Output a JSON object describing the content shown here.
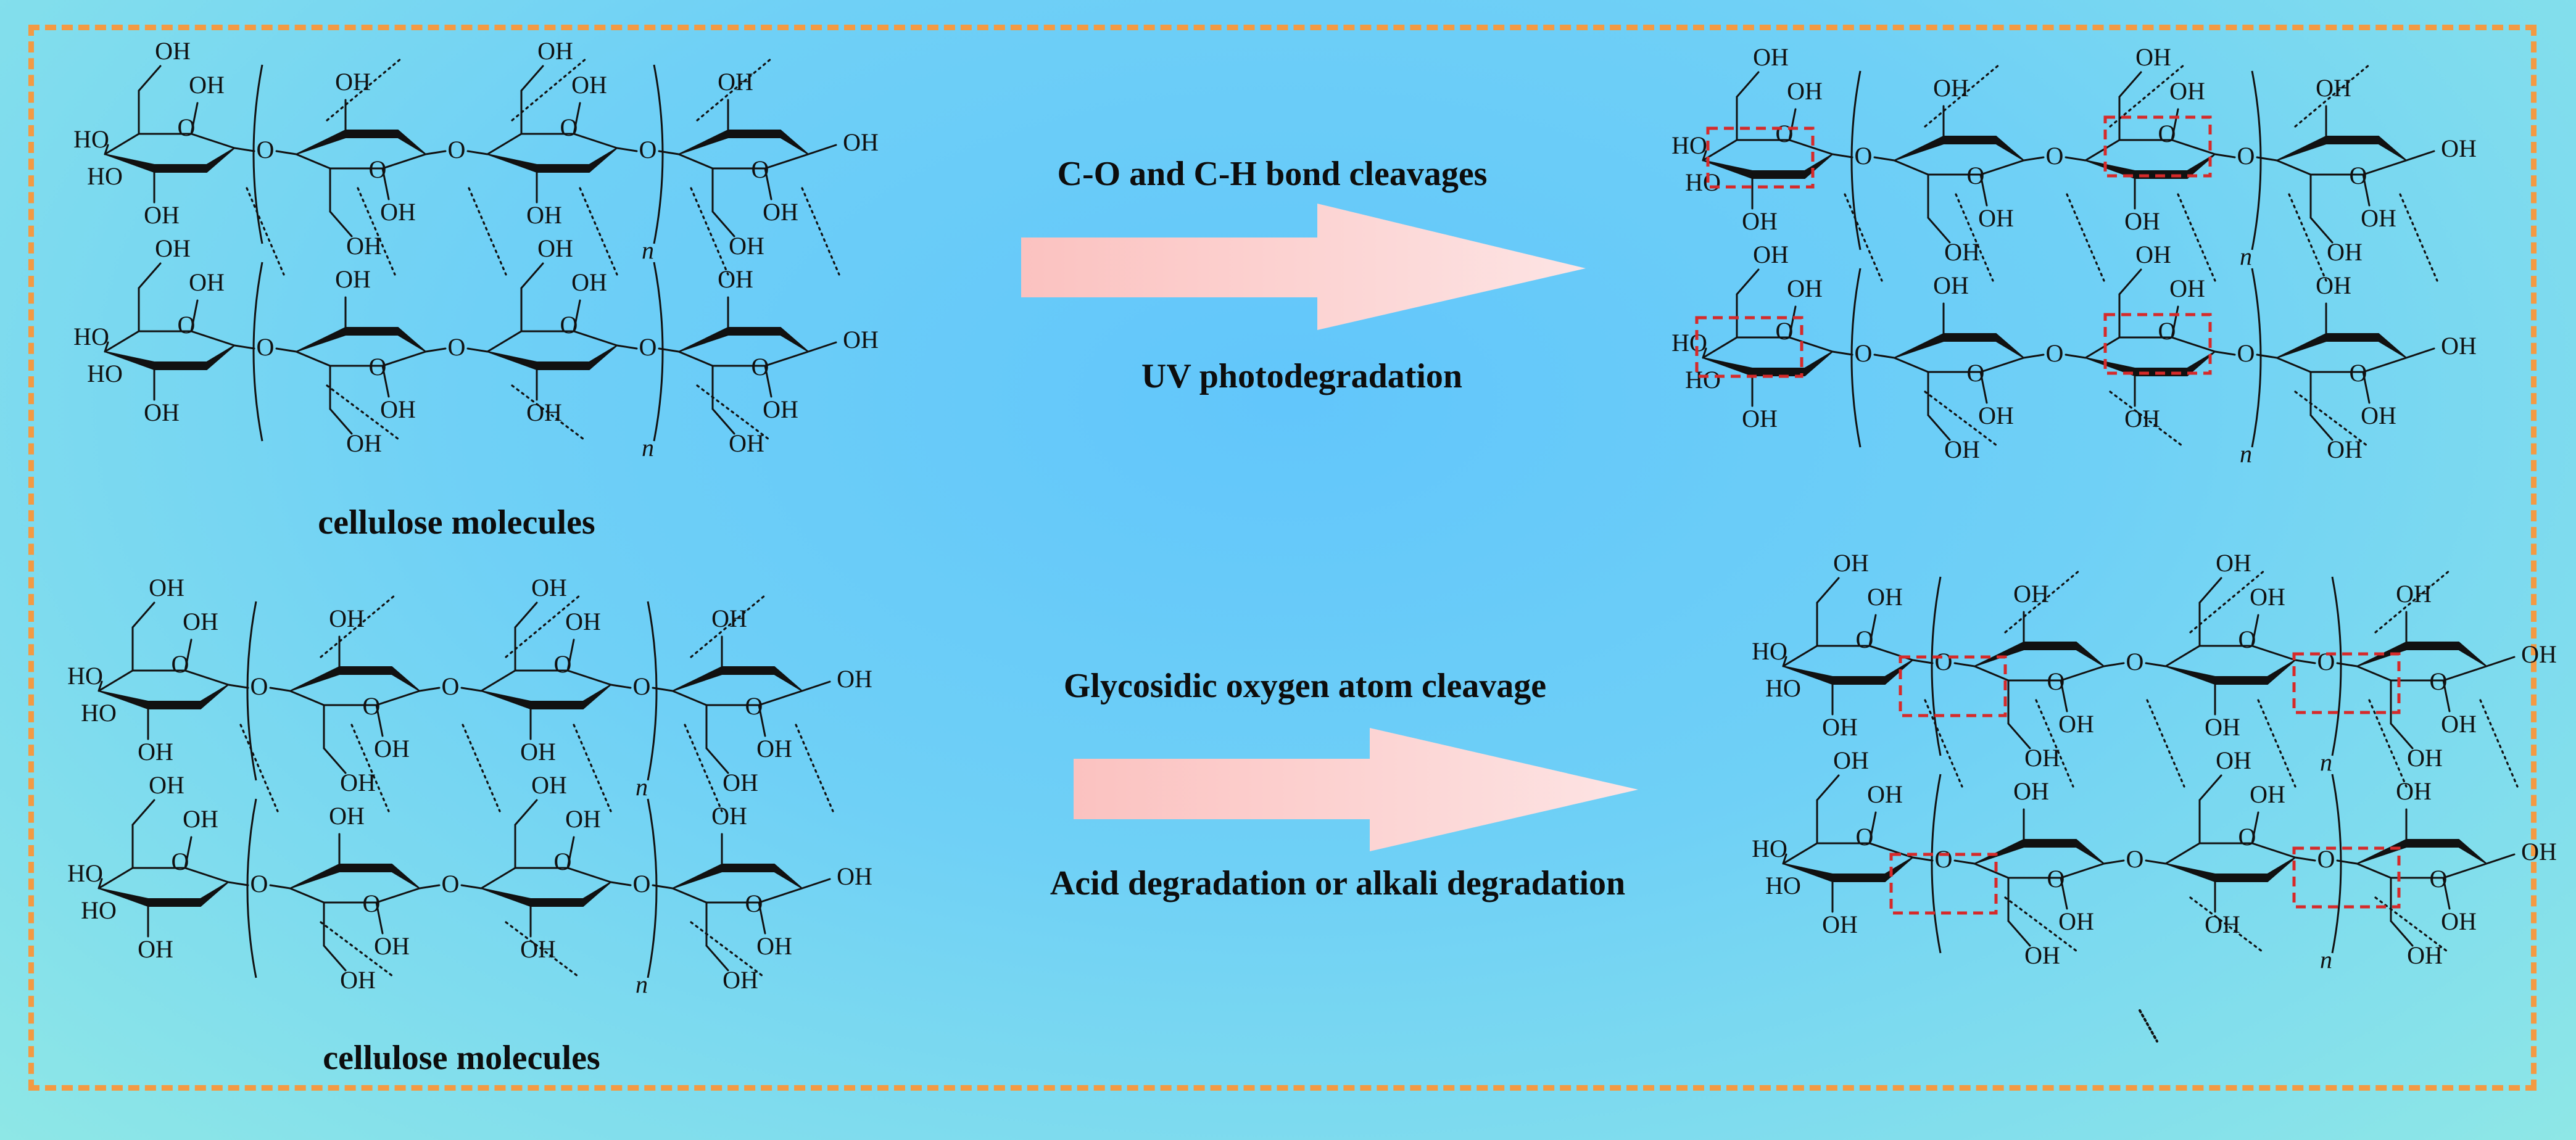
{
  "captions": {
    "top_left_label": "cellulose molecules",
    "bottom_left_label": "cellulose molecules",
    "top_arrow_upper": "C-O and C-H bond cleavages",
    "top_arrow_lower": "UV photodegradation",
    "bottom_arrow_upper": "Glycosidic oxygen atom cleavage",
    "bottom_arrow_lower": "Acid degradation or alkali degradation"
  },
  "chem": {
    "hydroxyl": "OH",
    "hydroxyl_left": "HO",
    "oxygen": "O",
    "repeat": "n"
  },
  "colors": {
    "border": "#f39a43",
    "arrow": "#f9b8b5",
    "cleavage_box": "#d62a2a",
    "structure": "#111111"
  }
}
